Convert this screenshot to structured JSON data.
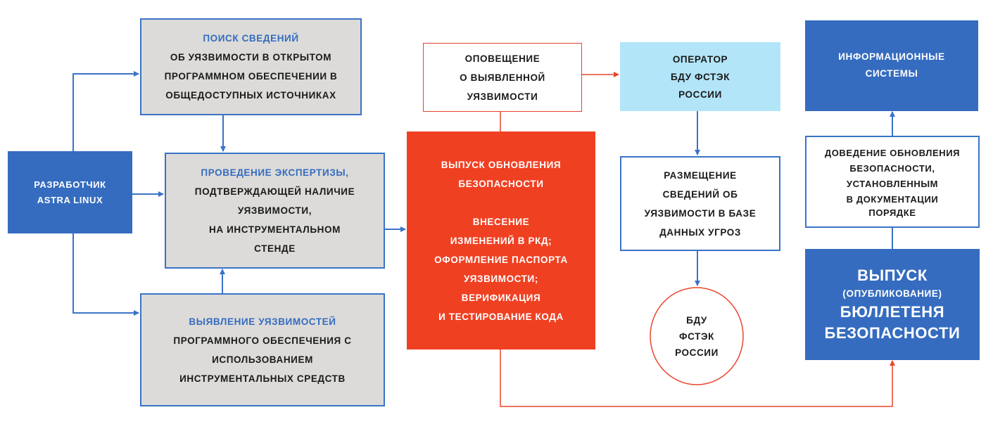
{
  "developer": {
    "lines": [
      "РАЗРАБОТЧИК",
      "ASTRA LINUX"
    ]
  },
  "search": {
    "title": "ПОИСК СВЕДЕНИЙ",
    "lines": [
      "ОБ УЯЗВИМОСТИ В ОТКРЫТОМ",
      "ПРОГРАММНОМ ОБЕСПЕЧЕНИИ В",
      "ОБЩЕДОСТУПНЫХ ИСТОЧНИКАХ"
    ]
  },
  "expertise": {
    "title": "ПРОВЕДЕНИЕ ЭКСПЕРТИЗЫ,",
    "lines": [
      "ПОДТВЕРЖДАЮЩЕЙ НАЛИЧИЕ",
      "УЯЗВИМОСТИ,",
      "НА ИНСТРУМЕНТАЛЬНОМ",
      "СТЕНДЕ"
    ]
  },
  "detection": {
    "title": "ВЫЯВЛЕНИЕ УЯЗВИМОСТЕЙ",
    "lines": [
      "ПРОГРАММНОГО ОБЕСПЕЧЕНИЯ С",
      "ИСПОЛЬЗОВАНИЕМ",
      "ИНСТРУМЕНТАЛЬНЫХ СРЕДСТВ"
    ]
  },
  "notification": {
    "lines": [
      "ОПОВЕЩЕНИЕ",
      "О ВЫЯВЛЕННОЙ",
      "УЯЗВИМОСТИ"
    ]
  },
  "release_update": {
    "lines": [
      "ВЫПУСК ОБНОВЛЕНИЯ",
      "БЕЗОПАСНОСТИ",
      "",
      "ВНЕСЕНИЕ",
      "ИЗМЕНЕНИЙ В РКД;",
      "ОФОРМЛЕНИЕ ПАСПОРТА",
      "УЯЗВИМОСТИ;",
      "ВЕРИФИКАЦИЯ",
      "И ТЕСТИРОВАНИЕ КОДА"
    ]
  },
  "operator": {
    "lines": [
      "ОПЕРАТОР",
      "БДУ ФСТЭК",
      "РОССИИ"
    ]
  },
  "placement": {
    "lines": [
      "РАЗМЕЩЕНИЕ",
      "СВЕДЕНИЙ ОБ",
      "УЯЗВИМОСТИ В БАЗЕ",
      "ДАННЫХ УГРОЗ"
    ]
  },
  "bdu": {
    "lines": [
      "БДУ",
      "ФСТЭК",
      "РОССИИ"
    ]
  },
  "info_systems": {
    "lines": [
      "ИНФОРМАЦИОННЫЕ",
      "СИСТЕМЫ"
    ]
  },
  "delivery": {
    "lines": [
      "ДОВЕДЕНИЕ ОБНОВЛЕНИЯ",
      "БЕЗОПАСНОСТИ,",
      "УСТАНОВЛЕННЫМ",
      "В ДОКУМЕНТАЦИИ",
      "ПОРЯДКЕ"
    ]
  },
  "bulletin": {
    "lines": [
      "ВЫПУСК",
      "(ОПУБЛИКОВАНИЕ)",
      "БЮЛЛЕТЕНЯ",
      "БЕЗОПАСНОСТИ"
    ]
  },
  "colors": {
    "blue": "#356cbf",
    "red": "#f04022",
    "gray": "#dcdbd9",
    "light_blue": "#b3e5f9"
  }
}
